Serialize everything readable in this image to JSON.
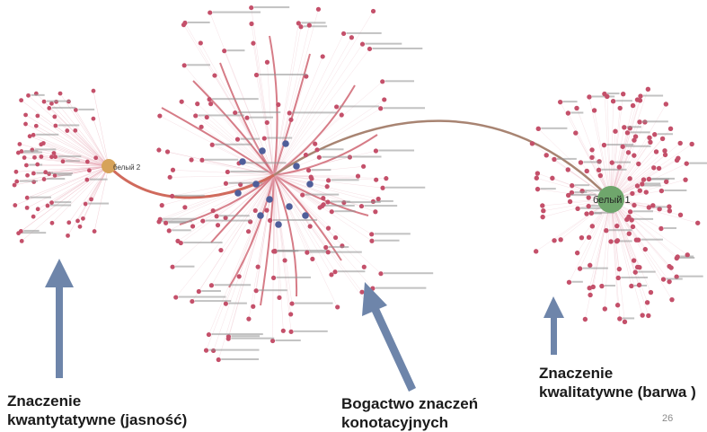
{
  "graph": {
    "hub_labels": {
      "left": "белый 2",
      "right": "белый 1"
    },
    "colors": {
      "leaf": "#c4506a",
      "leaf_edge": "#e7a9b6",
      "strong_edge": "#c8505f",
      "blue_node": "#4f5e9a",
      "left_hub": "#d6a35a",
      "right_hub": "#6fa66c",
      "bridge": "#a88472",
      "arrow": "#6e85aa"
    }
  },
  "captions": {
    "left_line1": "Znaczenie",
    "left_line2": "kwantytatywne (jasność)",
    "middle_line1": "Bogactwo znaczeń",
    "middle_line2": "konotacyjnych",
    "right_line1": "Znaczenie",
    "right_line2": "kwalitatywne (barwa )"
  },
  "slide_number": "26"
}
